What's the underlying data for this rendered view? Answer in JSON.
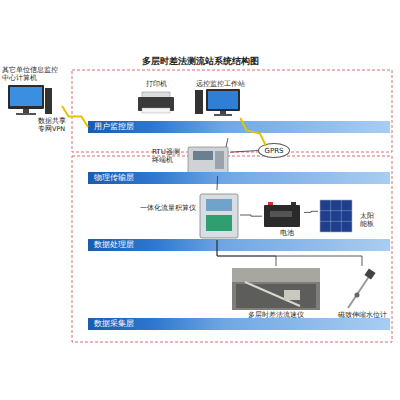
{
  "diagram": {
    "title": "多层时差法测流站系统结构图",
    "nodes": [
      {
        "text": [
          "其它单位信息监控中心计算机"
        ]
      },
      {
        "text": [
          "打印机"
        ]
      },
      {
        "text": [
          "远控监控工作站"
        ]
      },
      {
        "text": [
          "用户监控层"
        ]
      },
      {
        "text": [
          "RTU遥测终端机"
        ]
      },
      {
        "text": [
          "GPRS"
        ]
      },
      {
        "text": [
          "物理传输层"
        ]
      },
      {
        "text": [
          "一体化流量积算仪"
        ]
      },
      {
        "text": [
          "电池"
        ]
      },
      {
        "text": [
          "太阳能板"
        ]
      },
      {
        "text": [
          "数据处理层"
        ]
      },
      {
        "text": [
          "多层时差法流速仪"
        ]
      },
      {
        "text": [
          "磁致伸缩水位计"
        ]
      },
      {
        "text": [
          "数据采集层"
        ]
      }
    ],
    "edges": [
      {
        "from": 0,
        "to": 3,
        "arrow": "none",
        "label": "数据共享 专网VPN"
      },
      {
        "from": 2,
        "to": 5,
        "arrow": "none"
      },
      {
        "from": 5,
        "to": 4,
        "arrow": "none"
      },
      {
        "from": 4,
        "to": 7,
        "arrow": "none"
      },
      {
        "from": 7,
        "to": 8,
        "arrow": "none"
      },
      {
        "from": 8,
        "to": 9,
        "arrow": "none"
      },
      {
        "from": 7,
        "to": 11,
        "arrow": "none"
      },
      {
        "from": 7,
        "to": 12,
        "arrow": "none"
      }
    ]
  }
}
